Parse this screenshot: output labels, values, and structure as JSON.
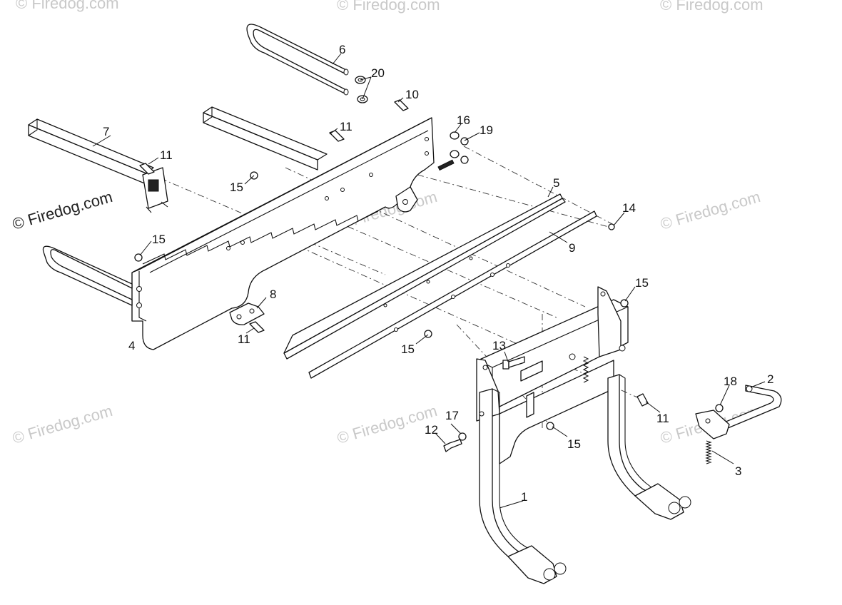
{
  "watermark": {
    "text": "© Firedog.com",
    "faint_color": "#c9c9c9",
    "dark_color": "#222222"
  },
  "callouts": [
    "1",
    "2",
    "3",
    "4",
    "5",
    "6",
    "7",
    "8",
    "9",
    "10",
    "11",
    "12",
    "13",
    "14",
    "15",
    "16",
    "17",
    "18",
    "19",
    "20"
  ],
  "line_color": "#111111"
}
